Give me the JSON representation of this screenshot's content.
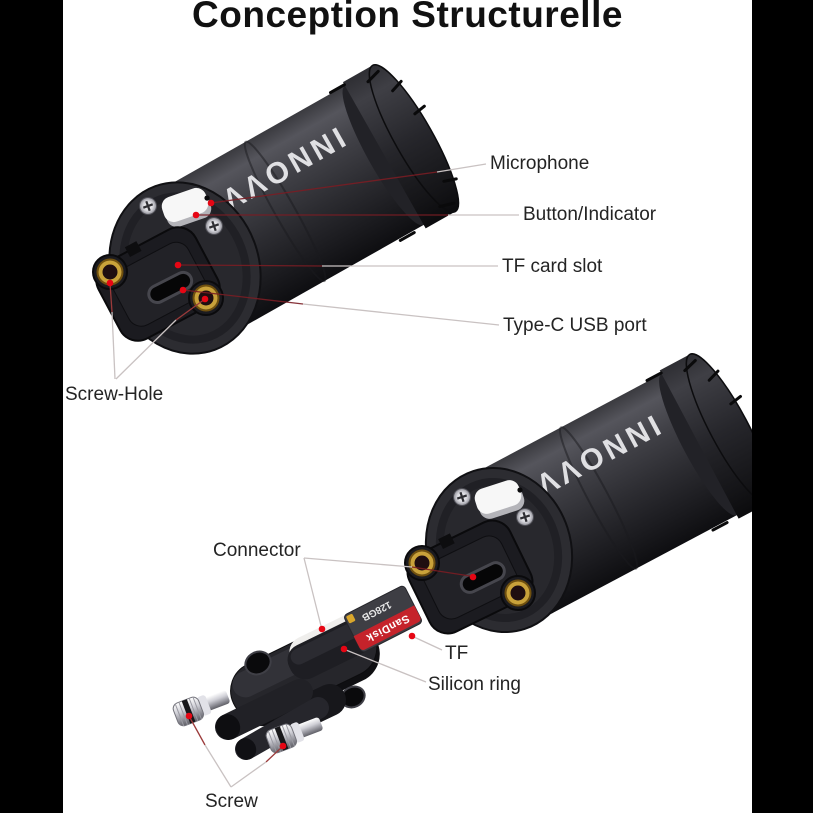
{
  "title": "Conception Structurelle",
  "brand": "INNOVV",
  "callouts_top": {
    "microphone": "Microphone",
    "button_indicator": "Button/Indicator",
    "tf_card_slot": "TF card slot",
    "type_c_usb_port": "Type-C USB port",
    "screw_hole": "Screw-Hole"
  },
  "callouts_bottom": {
    "connector": "Connector",
    "tf": "TF",
    "silicon_ring": "Silicon ring",
    "screw": "Screw"
  },
  "sd_card": {
    "capacity": "128GB",
    "brand": "SanDisk"
  },
  "colors": {
    "background": "#ffffff",
    "letterbox": "#000000",
    "title_text": "#111111",
    "label_text": "#242424",
    "marker_red": "#e60614",
    "leader_gray": "#c9c2c2",
    "leader_dark_red": "#7a1d24",
    "device_body": "#2e2e33",
    "gold_screw_hole": "#c9a23a",
    "sd_card_red": "#c5232b",
    "button_white": "#f7f7f7"
  }
}
